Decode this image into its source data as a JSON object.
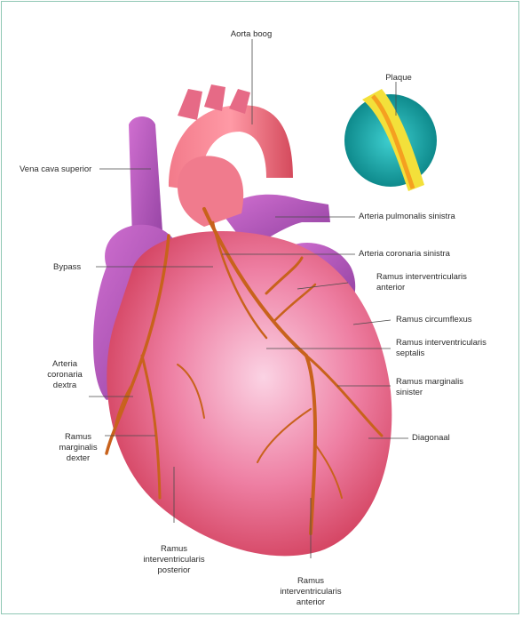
{
  "labels": {
    "aorta": "Aorta boog",
    "plaque": "Plaque",
    "vena_cava": "Vena cava superior",
    "art_pulmonalis": "Arteria pulmonalis sinistra",
    "art_coronaria_sin": "Arteria coronaria sinistra",
    "bypass": "Bypass",
    "ramus_iv_ant_1": "Ramus interventricularis",
    "ramus_iv_ant_2": "anterior",
    "ramus_circ": "Ramus circumflexus",
    "ramus_iv_sept_1": "Ramus interventricularis",
    "ramus_iv_sept_2": "septalis",
    "art_cor_dext_1": "Arteria",
    "art_cor_dext_2": "coronaria",
    "art_cor_dext_3": "dextra",
    "ramus_marg_sin_1": "Ramus marginalis",
    "ramus_marg_sin_2": "sinister",
    "diagonaal": "Diagonaal",
    "ramus_marg_dex_1": "Ramus",
    "ramus_marg_dex_2": "marginalis",
    "ramus_marg_dex_3": "dexter",
    "ramus_iv_post_1": "Ramus",
    "ramus_iv_post_2": "interventricularis",
    "ramus_iv_post_3": "posterior",
    "ramus_iv_ant_b_1": "Ramus",
    "ramus_iv_ant_b_2": "interventricularis",
    "ramus_iv_ant_b_3": "anterior"
  },
  "colors": {
    "heart_body": "#e8587a",
    "heart_highlight": "#f8b9d4",
    "vessels_purple": "#b45ac0",
    "aorta": "#ef6a78",
    "arteries": "#c8621c",
    "plaque_circle": "#1aa7a8",
    "plaque_yellow": "#f3e03a",
    "frame_border": "#8fc7b4"
  }
}
